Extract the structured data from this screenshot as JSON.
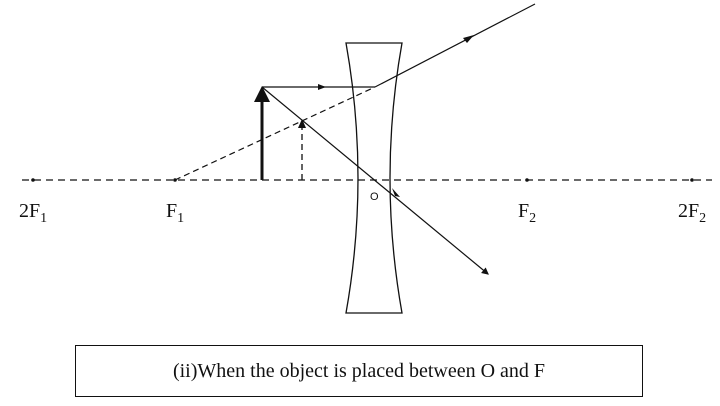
{
  "labels": {
    "two_f1": {
      "main": "2F",
      "sub": "1"
    },
    "f1": {
      "main": "F",
      "sub": "1"
    },
    "f2": {
      "main": "F",
      "sub": "2"
    },
    "two_f2": {
      "main": "2F",
      "sub": "2"
    },
    "optical_centre": "O"
  },
  "caption": "(ii)When the object is placed between O and F",
  "colors": {
    "ink": "#111111"
  }
}
